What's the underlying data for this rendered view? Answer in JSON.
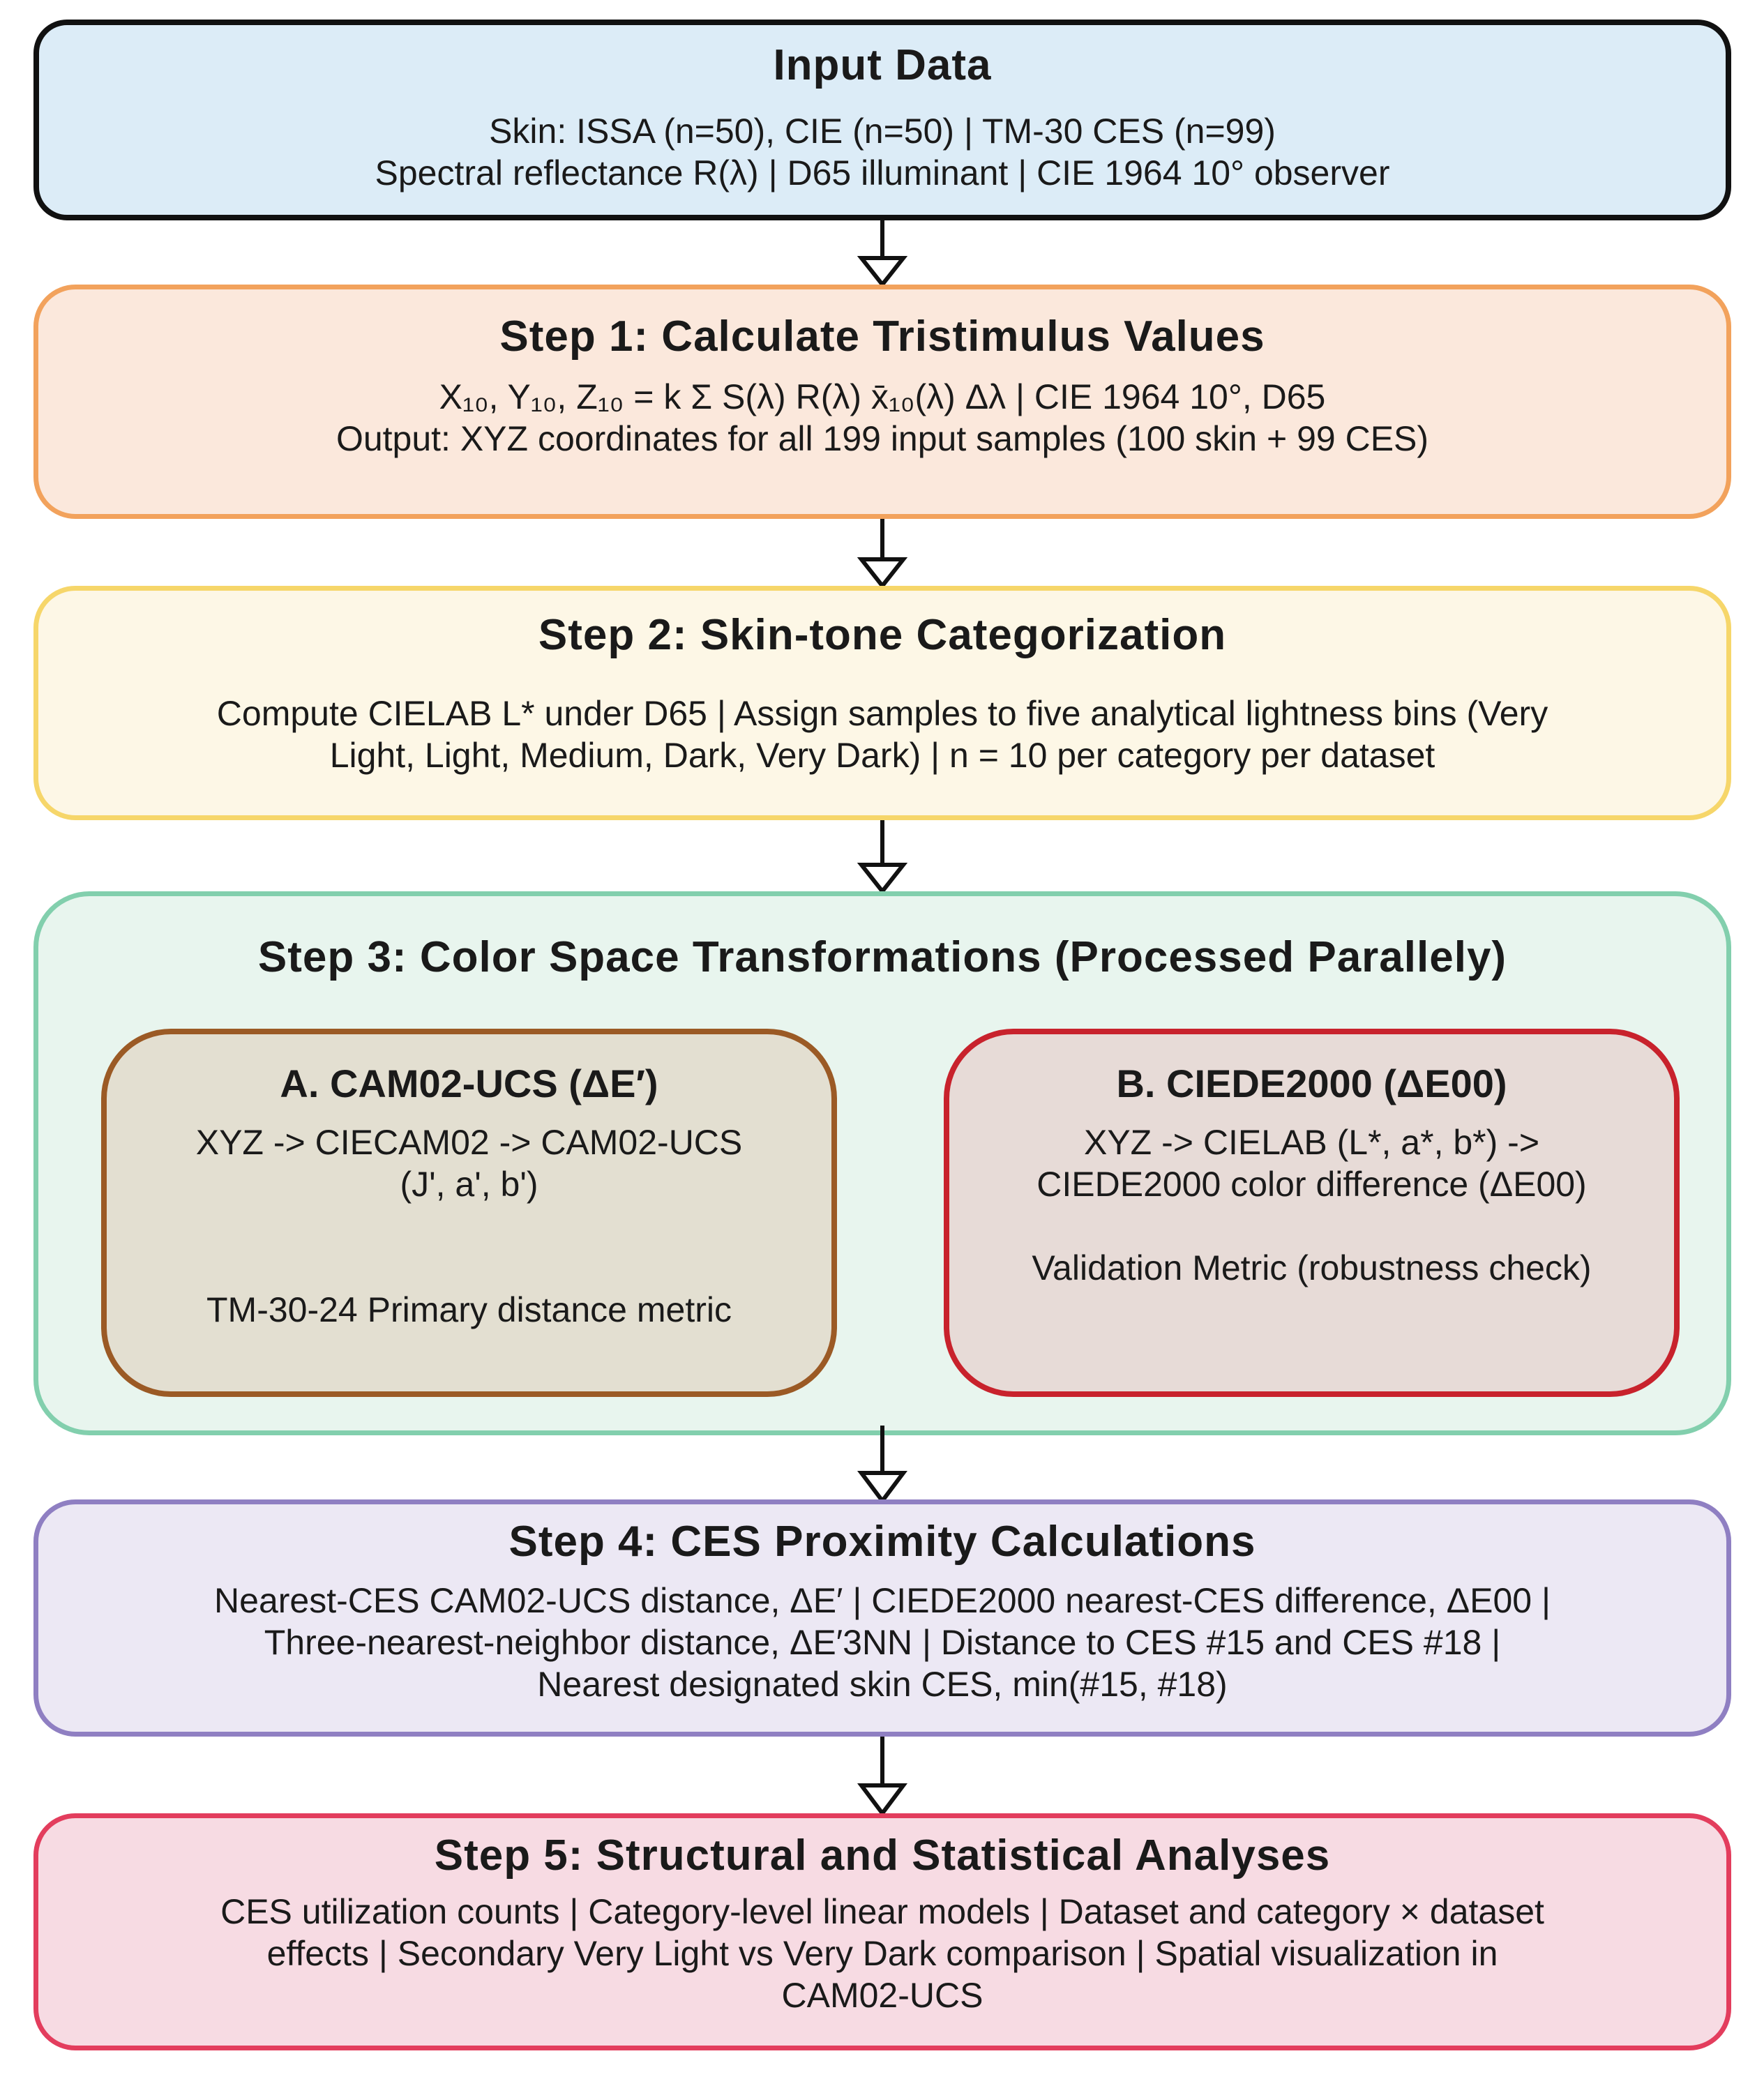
{
  "input": {
    "title": "Input Data",
    "lines": [
      "Skin: ISSA (n=50), CIE (n=50) | TM-30 CES (n=99)",
      "Spectral reflectance R(λ) | D65 illuminant | CIE 1964 10° observer"
    ]
  },
  "step1": {
    "title": "Step 1: Calculate Tristimulus Values",
    "lines": [
      "X₁₀, Y₁₀, Z₁₀ = k Σ S(λ) R(λ) x̄₁₀(λ) Δλ | CIE 1964 10°, D65",
      "Output: XYZ coordinates for all 199 input samples (100 skin + 99 CES)"
    ]
  },
  "step2": {
    "title": "Step 2: Skin-tone Categorization",
    "lines": [
      "Compute CIELAB L* under D65 | Assign samples to five analytical lightness bins (Very",
      "Light, Light, Medium, Dark, Very Dark) | n = 10 per category per dataset"
    ]
  },
  "step3": {
    "title": "Step 3: Color Space Transformations (Processed Parallely)",
    "a": {
      "title": "A. CAM02-UCS (ΔE′)",
      "line1": "XYZ -> CIECAM02 -> CAM02-UCS",
      "line2": "(J', a', b')",
      "note": "TM-30-24 Primary distance metric"
    },
    "b": {
      "title": "B. CIEDE2000 (ΔE00)",
      "line1": "XYZ -> CIELAB (L*, a*, b*) ->",
      "line2": "CIEDE2000 color difference (ΔE00)",
      "note": "Validation Metric (robustness check)"
    }
  },
  "step4": {
    "title": "Step 4: CES Proximity Calculations",
    "lines": [
      "Nearest-CES CAM02-UCS distance, ΔE′ | CIEDE2000 nearest-CES difference, ΔE00 |",
      "Three-nearest-neighbor distance, ΔE′3NN | Distance to CES #15 and CES #18 |",
      "Nearest designated skin CES, min(#15, #18)"
    ]
  },
  "step5": {
    "title": "Step 5: Structural and Statistical Analyses",
    "lines": [
      "CES utilization counts | Category-level linear models | Dataset and category × dataset",
      "effects | Secondary Very Light vs Very Dark comparison | Spatial visualization in",
      "CAM02-UCS"
    ]
  }
}
